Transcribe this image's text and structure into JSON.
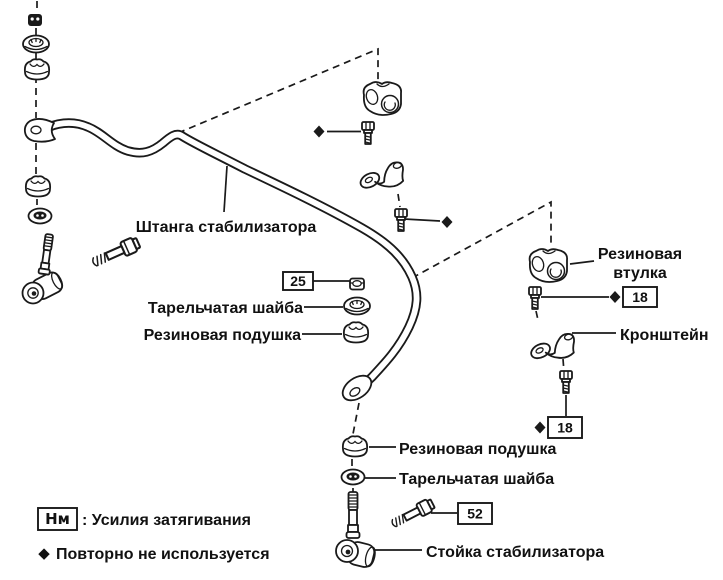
{
  "diagram": {
    "colors": {
      "ink": "#1a1a1a",
      "background": "#ffffff"
    },
    "labels": {
      "bar": "Штанга стабилизатора",
      "washer_left": "Тарельчатая шайба",
      "cushion_left": "Резиновая подушка",
      "bushing_line1": "Резиновая",
      "bushing_line2": "втулка",
      "bracket": "Кронштейн",
      "cushion_bottom": "Резиновая подушка",
      "washer_bottom": "Тарельчатая шайба",
      "link": "Стойка стабилизатора"
    },
    "torques": {
      "bar_nut_nm": "25",
      "bracket_upper_nm": "18",
      "bracket_lower_nm": "18",
      "link_bolt_nm": "52"
    },
    "legend": {
      "torque_box": "Нм",
      "torque_caption": ": Усилия затягивания",
      "reuse_marker": "◆",
      "reuse_caption": "Повторно не используется"
    }
  }
}
